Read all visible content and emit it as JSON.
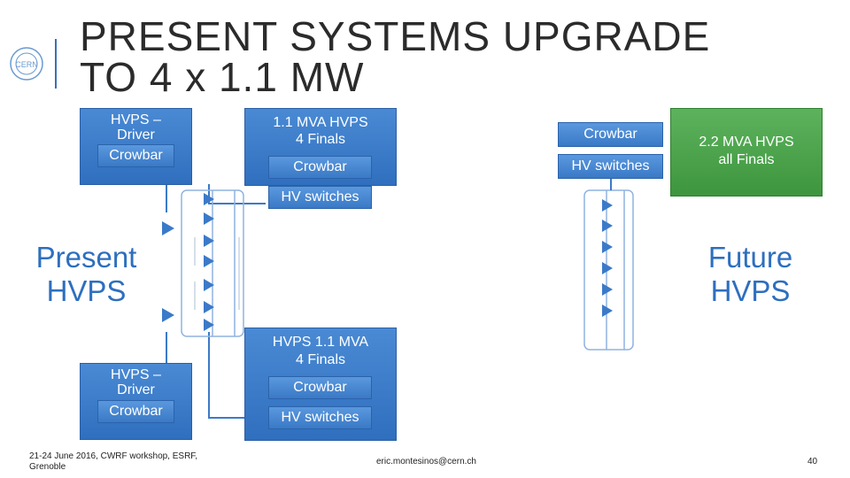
{
  "title": {
    "line1": "PRESENT SYSTEMS UPGRADE",
    "line2": "TO 4 x 1.1 MW"
  },
  "logo": {
    "text": "CERN"
  },
  "top_left_box": {
    "line1": "HVPS –",
    "line2": "Driver",
    "crowbar": "Crowbar"
  },
  "bottom_left_box": {
    "line1": "HVPS –",
    "line2": "Driver",
    "crowbar": "Crowbar"
  },
  "top_mid_box": {
    "line1": "1.1 MVA HVPS",
    "line2": "4 Finals",
    "crowbar": "Crowbar",
    "hv_switches": "HV switches"
  },
  "bottom_mid_box": {
    "line1": "HVPS 1.1 MVA",
    "line2": "4 Finals",
    "crowbar": "Crowbar",
    "hv_switches": "HV switches"
  },
  "right_pills": {
    "crowbar": "Crowbar",
    "hv_switches": "HV switches"
  },
  "green_box": {
    "line1": "2.2 MVA HVPS",
    "line2": "all Finals"
  },
  "present": {
    "line1": "Present",
    "line2": "HVPS"
  },
  "future": {
    "line1": "Future",
    "line2": "HVPS"
  },
  "footer": {
    "left_line1": "21-24 June 2016, CWRF workshop, ESRF,",
    "left_line2": "Grenoble",
    "center": "eric.montesinos@cern.ch",
    "page": "40"
  },
  "colors": {
    "blue": "#2f6fbe",
    "green": "#3d953d",
    "title": "#2b2b2b",
    "label_blue": "#2d6fbf"
  }
}
